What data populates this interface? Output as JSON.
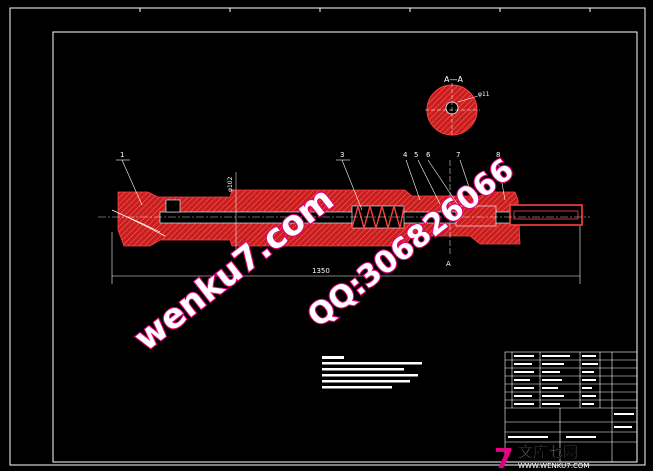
{
  "section_label": "A—A",
  "section_dim": "φ11",
  "dimensions": {
    "overall_length": "1350",
    "diameter": "φ102"
  },
  "section_marker": "A",
  "balloons": [
    "1",
    "3",
    "4",
    "5",
    "6",
    "7",
    "8"
  ],
  "watermarks": {
    "main": "wenku7.com",
    "qq": "QQ:306826066"
  },
  "logo": {
    "symbol": "7",
    "text": "文库七网",
    "url": "WWW.WENKU7.COM"
  },
  "colors": {
    "background": "#000000",
    "part_fill": "#c81e1e",
    "line": "#ffffff",
    "watermark_fill": "#ffffff",
    "watermark_outline": "#e4007f"
  }
}
